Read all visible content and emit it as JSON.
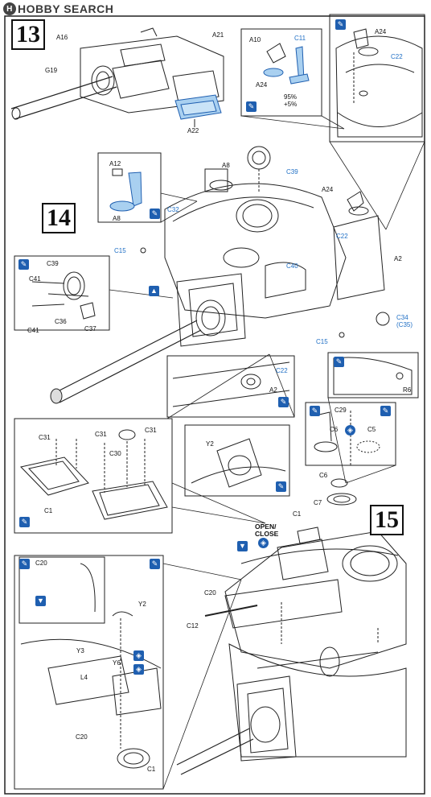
{
  "watermark": "HOBBY SEARCH",
  "steps": [
    "13",
    "14",
    "15"
  ],
  "labels": {
    "a16": "A16",
    "a21": "A21",
    "g19": "G19",
    "a22": "A22",
    "a10": "A10",
    "c11": "C11",
    "a24": "A24",
    "pct1": "95%",
    "pct2": "+5%",
    "c22": "C22",
    "a8": "A8",
    "a12": "A12",
    "c39": "C39",
    "c32": "C32",
    "c15": "C15",
    "c40": "C40",
    "a2": "A2",
    "c41": "C41",
    "c36": "C36",
    "c37": "C37",
    "c34": "C34",
    "c35": "(C35)",
    "r6": "R6",
    "c29": "C29",
    "c6": "C6",
    "c5": "C5",
    "c31": "C31",
    "c30": "C30",
    "c1": "C1",
    "y2": "Y2",
    "c7": "C7",
    "open": "OPEN/",
    "close": "CLOSE",
    "c20": "C20",
    "c12": "C12",
    "y3": "Y3",
    "y6": "Y6",
    "l4": "L4"
  },
  "icons": {
    "brush": "paint-brush-icon",
    "glue": "cement-icon",
    "option": "optional-part-icon",
    "open": "open-close-icon"
  },
  "colors": {
    "accent": "#1f6fc5",
    "part_fill": "#a9d0f0",
    "line": "#222222"
  }
}
